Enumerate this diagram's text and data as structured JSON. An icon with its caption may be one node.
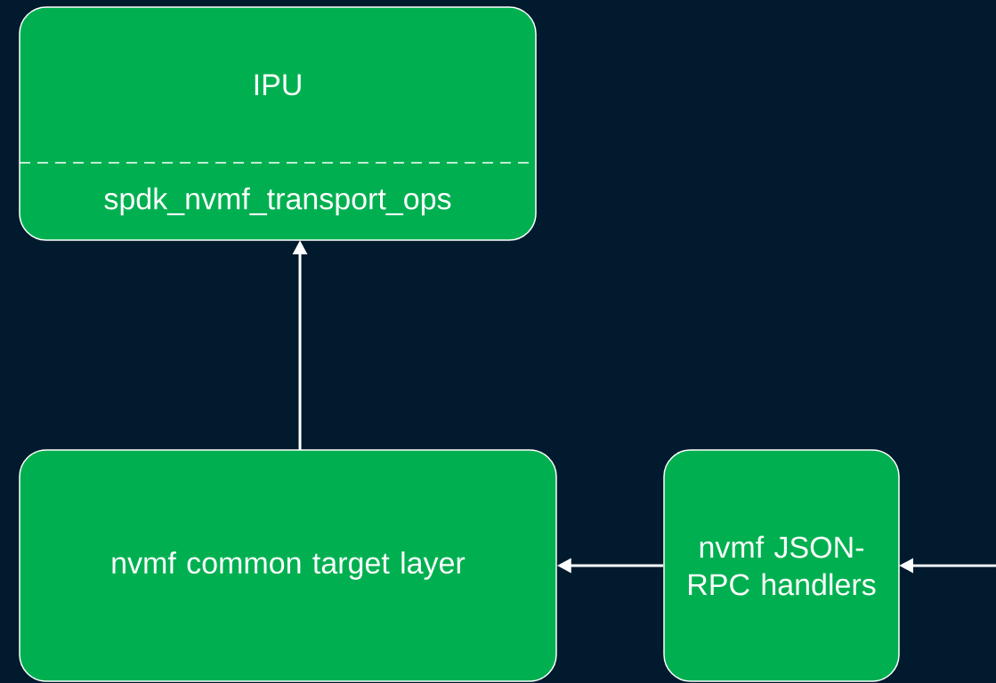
{
  "diagram": {
    "nodes": [
      {
        "text": [
          "IPU",
          "spdk_nvmf_transport_ops"
        ]
      },
      {
        "text": [
          "nvmf common target layer"
        ]
      },
      {
        "text": [
          "nvmf JSON-RPC handlers"
        ]
      }
    ],
    "edges": [
      {
        "from": 1,
        "to": 0,
        "arrow": "to"
      },
      {
        "from": 2,
        "to": 1,
        "arrow": "to"
      },
      {
        "from": null,
        "to": 2,
        "arrow": "to"
      }
    ]
  }
}
